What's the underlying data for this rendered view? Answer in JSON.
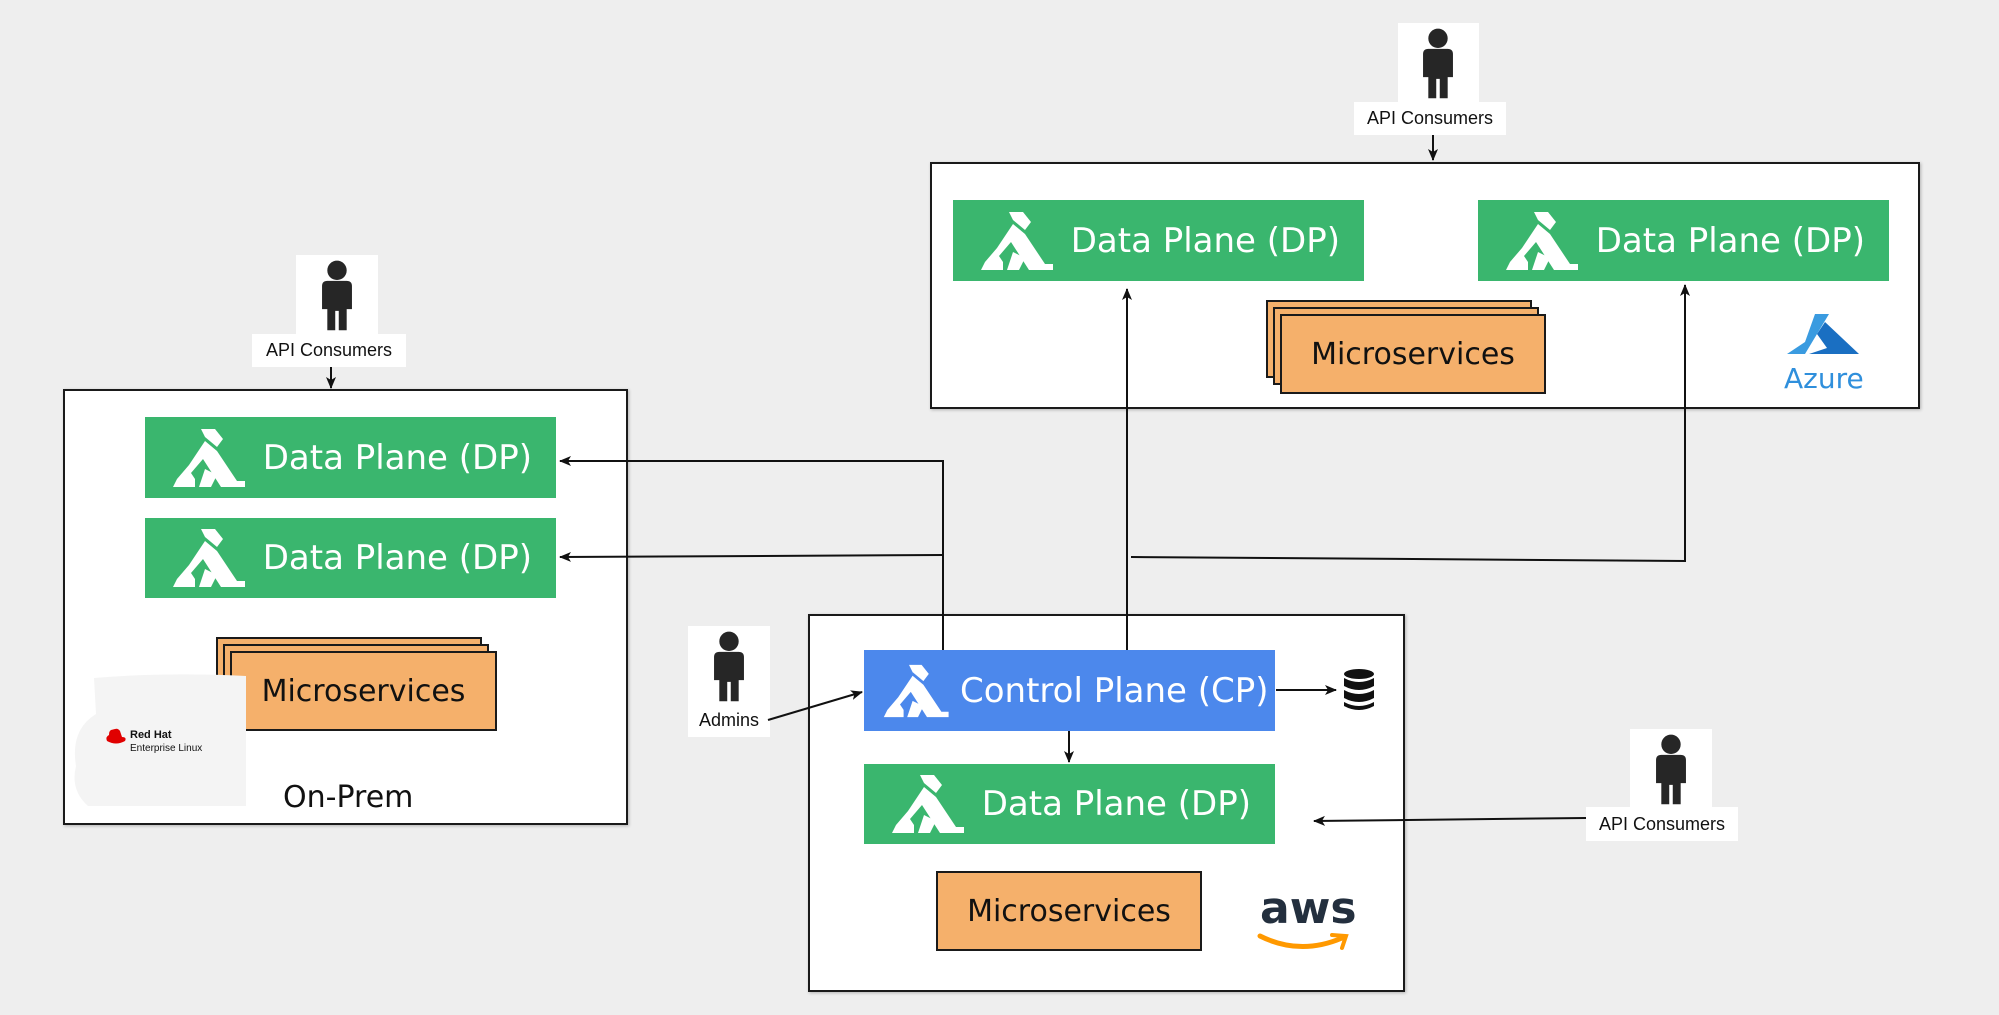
{
  "data_plane_label": "Data Plane (DP)",
  "control_plane_label": "Control Plane (CP)",
  "microservices_label": "Microservices",
  "api_consumers_label": "API Consumers",
  "admins_label": "Admins",
  "on_prem": {
    "label": "On-Prem",
    "os_logo_line1": "Red Hat",
    "os_logo_line2": "Enterprise Linux"
  },
  "azure": {
    "logo_text": "Azure"
  },
  "aws": {
    "logo_text": "aws"
  },
  "icons": [
    "kong-logo-icon",
    "person-icon",
    "database-icon",
    "azure-logo-icon",
    "aws-logo-icon",
    "redhat-logo-icon"
  ],
  "colors": {
    "background": "#eeeeee",
    "data_plane": "#3ab66e",
    "control_plane": "#4c88ec",
    "microservices": "#f5b06b",
    "azure_blue": "#2f8fdc",
    "aws_orange": "#ff9900",
    "redhat_red": "#e00000"
  }
}
